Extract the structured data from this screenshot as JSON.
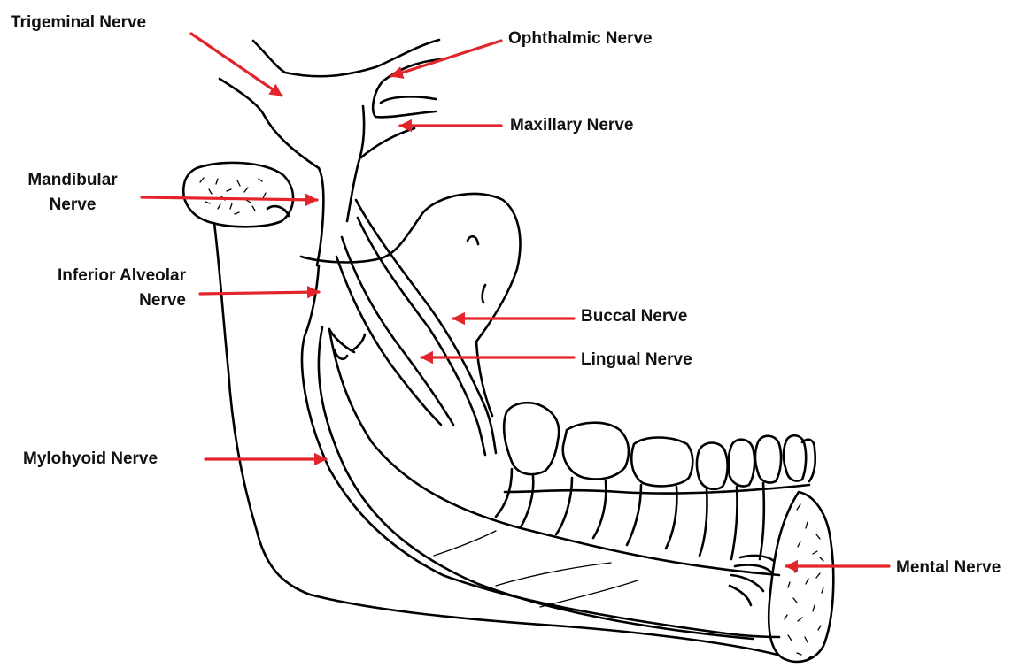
{
  "labels": {
    "trigeminal": "Trigeminal Nerve",
    "ophthalmic": "Ophthalmic Nerve",
    "maxillary": "Maxillary Nerve",
    "mandibular_1": "Mandibular",
    "mandibular_2": "Nerve",
    "inferior_alveolar_1": "Inferior Alveolar",
    "inferior_alveolar_2": "Nerve",
    "buccal": "Buccal Nerve",
    "lingual": "Lingual Nerve",
    "mylohyoid": "Mylohyoid Nerve",
    "mental": "Mental Nerve"
  },
  "colors": {
    "arrow": "#e3242b",
    "line": "#000000",
    "text": "#111111"
  }
}
